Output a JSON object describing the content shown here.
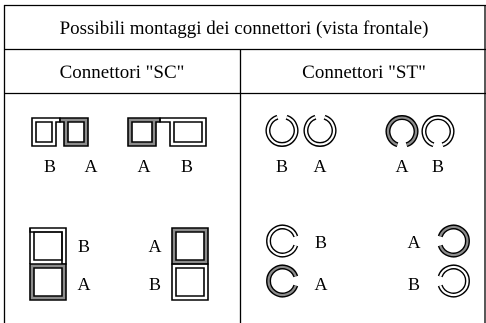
{
  "title": "Possibili montaggi  dei connettori (vista frontale)",
  "columns": {
    "sc": "Connettori \"SC\"",
    "st": "Connettori \"ST\""
  },
  "sc": {
    "row1_left_labels": [
      "B",
      "A"
    ],
    "row1_right_labels": [
      "A",
      "B"
    ],
    "row2_left_labels": [
      "B",
      "A"
    ],
    "row2_right_labels": [
      "A",
      "B"
    ]
  },
  "st": {
    "row1_left_labels": [
      "B",
      "A"
    ],
    "row1_right_labels": [
      "A",
      "B"
    ],
    "row2_left_labels": [
      "B",
      "A"
    ],
    "row2_right_labels": [
      "A",
      "B"
    ]
  },
  "colors": {
    "line": "#000000",
    "fill_gray": "#8c8c8c",
    "background": "#ffffff"
  }
}
